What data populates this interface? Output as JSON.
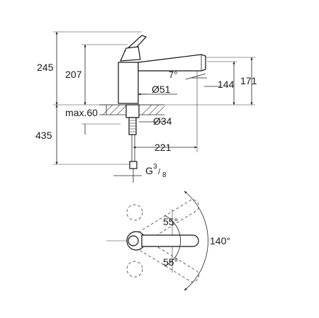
{
  "side_view": {
    "dim_245": "245",
    "dim_207": "207",
    "dim_435": "435",
    "dim_angle_7": "7°",
    "dim_144": "144",
    "dim_171": "171",
    "dim_dia51": "Ø51",
    "dim_max60": "max.60",
    "dim_dia34": "Ø34",
    "dim_221": "221",
    "dim_thread_G": "G",
    "dim_thread_num": "3",
    "dim_thread_den": "8"
  },
  "top_view": {
    "angle_upper": "55°",
    "angle_lower": "55°",
    "angle_total": "140°"
  }
}
